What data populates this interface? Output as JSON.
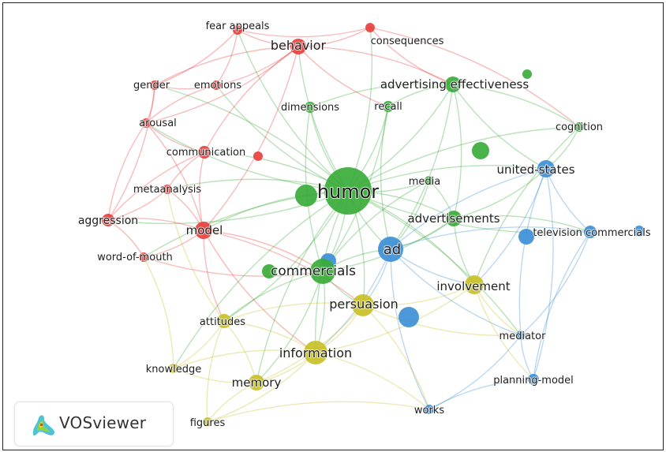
{
  "viewer": {
    "logo_text": "VOSviewer",
    "logo_icon": "vosviewer-density-icon"
  },
  "clusters": {
    "red": "#e8403d",
    "green": "#3aab3a",
    "blue": "#3d8fd6",
    "yellow": "#c8c027"
  },
  "nodes": [
    {
      "id": "fear-appeals",
      "label": "fear appeals",
      "cluster": "red",
      "weight": 3
    },
    {
      "id": "consequences",
      "label": "consequences",
      "cluster": "red",
      "weight": 3
    },
    {
      "id": "behavior",
      "label": "behavior",
      "cluster": "red",
      "weight": 6
    },
    {
      "id": "gender",
      "label": "gender",
      "cluster": "red",
      "weight": 3
    },
    {
      "id": "emotions",
      "label": "emotions",
      "cluster": "red",
      "weight": 3
    },
    {
      "id": "arousal",
      "label": "arousal",
      "cluster": "red",
      "weight": 3
    },
    {
      "id": "communication",
      "label": "communication",
      "cluster": "red",
      "weight": 4
    },
    {
      "id": "metaanalysis",
      "label": "metaanalysis",
      "cluster": "red",
      "weight": 3
    },
    {
      "id": "aggression",
      "label": "aggression",
      "cluster": "red",
      "weight": 4
    },
    {
      "id": "model",
      "label": "model",
      "cluster": "red",
      "weight": 6
    },
    {
      "id": "word-of-mouth",
      "label": "word-of-mouth",
      "cluster": "red",
      "weight": 3
    },
    {
      "id": "advertising-effectiveness",
      "label": "advertising effectiveness",
      "cluster": "green",
      "weight": 6
    },
    {
      "id": "dimensions",
      "label": "dimensions",
      "cluster": "green",
      "weight": 3
    },
    {
      "id": "recall",
      "label": "recall",
      "cluster": "green",
      "weight": 3
    },
    {
      "id": "cognition",
      "label": "cognition",
      "cluster": "green",
      "weight": 3
    },
    {
      "id": "humor",
      "label": "humor",
      "cluster": "green",
      "weight": 14
    },
    {
      "id": "media",
      "label": "media",
      "cluster": "green",
      "weight": 3
    },
    {
      "id": "advertisements",
      "label": "advertisements",
      "cluster": "green",
      "weight": 5
    },
    {
      "id": "commercials",
      "label": "commercials",
      "cluster": "green",
      "weight": 7
    },
    {
      "id": "united-states",
      "label": "united-states",
      "cluster": "blue",
      "weight": 5
    },
    {
      "id": "television-commercials",
      "label": "television commercials",
      "cluster": "blue",
      "weight": 4
    },
    {
      "id": "ad",
      "label": "ad",
      "cluster": "blue",
      "weight": 8
    },
    {
      "id": "mediator",
      "label": "mediator",
      "cluster": "blue",
      "weight": 3
    },
    {
      "id": "planning-model",
      "label": "planning-model",
      "cluster": "blue",
      "weight": 3
    },
    {
      "id": "works",
      "label": "works",
      "cluster": "blue",
      "weight": 3
    },
    {
      "id": "involvement",
      "label": "involvement",
      "cluster": "yellow",
      "weight": 5
    },
    {
      "id": "persuasion",
      "label": "persuasion",
      "cluster": "yellow",
      "weight": 7
    },
    {
      "id": "attitudes",
      "label": "attitudes",
      "cluster": "yellow",
      "weight": 4
    },
    {
      "id": "information",
      "label": "information",
      "cluster": "yellow",
      "weight": 7
    },
    {
      "id": "knowledge",
      "label": "knowledge",
      "cluster": "yellow",
      "weight": 3
    },
    {
      "id": "memory",
      "label": "memory",
      "cluster": "yellow",
      "weight": 5
    },
    {
      "id": "figures",
      "label": "figures",
      "cluster": "yellow",
      "weight": 3
    }
  ]
}
